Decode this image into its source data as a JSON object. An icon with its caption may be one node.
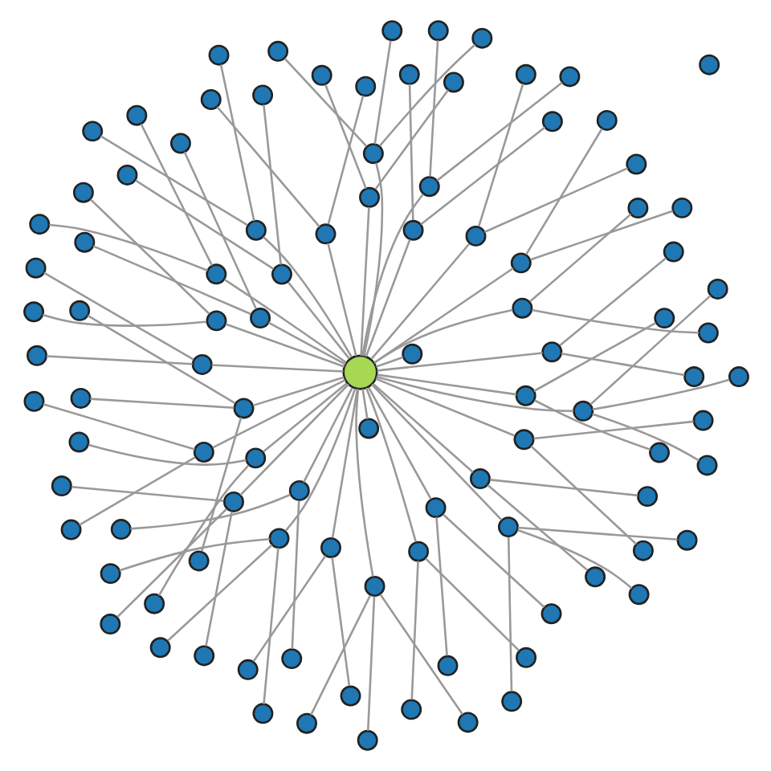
{
  "diagram": {
    "nodes": [
      {
        "text": [],
        "shape": "circle"
      },
      {
        "text": [],
        "shape": "circle"
      },
      {
        "text": [],
        "shape": "circle"
      },
      {
        "text": [],
        "shape": "circle"
      },
      {
        "text": [],
        "shape": "circle"
      },
      {
        "text": [],
        "shape": "circle"
      },
      {
        "text": [],
        "shape": "circle"
      },
      {
        "text": [],
        "shape": "circle"
      },
      {
        "text": [],
        "shape": "circle"
      },
      {
        "text": [],
        "shape": "circle"
      },
      {
        "text": [],
        "shape": "circle"
      },
      {
        "text": [],
        "shape": "circle"
      },
      {
        "text": [],
        "shape": "circle"
      },
      {
        "text": [],
        "shape": "circle"
      },
      {
        "text": [],
        "shape": "circle"
      },
      {
        "text": [],
        "shape": "circle"
      },
      {
        "text": [],
        "shape": "circle"
      },
      {
        "text": [],
        "shape": "circle"
      },
      {
        "text": [],
        "shape": "circle"
      },
      {
        "text": [],
        "shape": "circle"
      },
      {
        "text": [],
        "shape": "circle"
      },
      {
        "text": [],
        "shape": "circle"
      },
      {
        "text": [],
        "shape": "circle"
      },
      {
        "text": [],
        "shape": "circle"
      },
      {
        "text": [],
        "shape": "circle"
      },
      {
        "text": [],
        "shape": "circle"
      },
      {
        "text": [],
        "shape": "circle"
      },
      {
        "text": [],
        "shape": "circle"
      },
      {
        "text": [],
        "shape": "circle"
      },
      {
        "text": [],
        "shape": "circle"
      },
      {
        "text": [],
        "shape": "circle"
      },
      {
        "text": [],
        "shape": "circle"
      },
      {
        "text": [],
        "shape": "circle"
      },
      {
        "text": [],
        "shape": "circle"
      },
      {
        "text": [],
        "shape": "circle"
      },
      {
        "text": [],
        "shape": "circle"
      },
      {
        "text": [],
        "shape": "circle"
      },
      {
        "text": [],
        "shape": "circle"
      },
      {
        "text": [],
        "shape": "circle"
      },
      {
        "text": [],
        "shape": "circle"
      },
      {
        "text": [],
        "shape": "circle"
      },
      {
        "text": [],
        "shape": "circle"
      },
      {
        "text": [],
        "shape": "circle"
      },
      {
        "text": [],
        "shape": "circle"
      },
      {
        "text": [],
        "shape": "circle"
      },
      {
        "text": [],
        "shape": "circle"
      },
      {
        "text": [],
        "shape": "circle"
      },
      {
        "text": [],
        "shape": "circle"
      },
      {
        "text": [],
        "shape": "circle"
      },
      {
        "text": [],
        "shape": "circle"
      },
      {
        "text": [],
        "shape": "circle"
      },
      {
        "text": [],
        "shape": "circle"
      },
      {
        "text": [],
        "shape": "circle"
      },
      {
        "text": [],
        "shape": "circle"
      },
      {
        "text": [],
        "shape": "circle"
      },
      {
        "text": [],
        "shape": "circle"
      },
      {
        "text": [],
        "shape": "circle"
      },
      {
        "text": [],
        "shape": "circle"
      },
      {
        "text": [],
        "shape": "circle"
      },
      {
        "text": [],
        "shape": "circle"
      },
      {
        "text": [],
        "shape": "circle"
      },
      {
        "text": [],
        "shape": "circle"
      },
      {
        "text": [],
        "shape": "circle"
      },
      {
        "text": [],
        "shape": "circle"
      },
      {
        "text": [],
        "shape": "circle"
      },
      {
        "text": [],
        "shape": "circle"
      },
      {
        "text": [],
        "shape": "circle"
      },
      {
        "text": [],
        "shape": "circle"
      },
      {
        "text": [],
        "shape": "circle"
      },
      {
        "text": [],
        "shape": "circle"
      },
      {
        "text": [],
        "shape": "circle"
      },
      {
        "text": [],
        "shape": "circle"
      },
      {
        "text": [],
        "shape": "circle"
      },
      {
        "text": [],
        "shape": "circle"
      },
      {
        "text": [],
        "shape": "circle"
      },
      {
        "text": [],
        "shape": "circle"
      },
      {
        "text": [],
        "shape": "circle"
      },
      {
        "text": [],
        "shape": "circle"
      },
      {
        "text": [],
        "shape": "circle"
      },
      {
        "text": [],
        "shape": "circle"
      },
      {
        "text": [],
        "shape": "circle"
      },
      {
        "text": [],
        "shape": "circle"
      },
      {
        "text": [],
        "shape": "circle"
      },
      {
        "text": [],
        "shape": "circle"
      },
      {
        "text": [],
        "shape": "circle"
      },
      {
        "text": [],
        "shape": "circle"
      },
      {
        "text": [],
        "shape": "circle"
      },
      {
        "text": [],
        "shape": "circle"
      },
      {
        "text": [],
        "shape": "circle"
      },
      {
        "text": [],
        "shape": "circle"
      },
      {
        "text": [],
        "shape": "circle"
      },
      {
        "text": [],
        "shape": "circle"
      },
      {
        "text": [],
        "shape": "circle"
      },
      {
        "text": [],
        "shape": "circle"
      },
      {
        "text": [],
        "shape": "circle"
      },
      {
        "text": [],
        "shape": "circle"
      },
      {
        "text": [],
        "shape": "circle"
      },
      {
        "text": [],
        "shape": "circle"
      },
      {
        "text": [],
        "shape": "circle"
      },
      {
        "text": [],
        "shape": "circle"
      },
      {
        "text": [],
        "shape": "circle"
      }
    ],
    "edges": [
      {
        "from": 0,
        "to": 1,
        "arrow": "none"
      },
      {
        "from": 0,
        "to": 2,
        "arrow": "none"
      },
      {
        "from": 0,
        "to": 3,
        "arrow": "none"
      },
      {
        "from": 0,
        "to": 4,
        "arrow": "none"
      },
      {
        "from": 0,
        "to": 5,
        "arrow": "none"
      },
      {
        "from": 0,
        "to": 6,
        "arrow": "none"
      },
      {
        "from": 0,
        "to": 7,
        "arrow": "none"
      },
      {
        "from": 0,
        "to": 8,
        "arrow": "none"
      },
      {
        "from": 0,
        "to": 9,
        "arrow": "none"
      },
      {
        "from": 0,
        "to": 10,
        "arrow": "none"
      },
      {
        "from": 0,
        "to": 11,
        "arrow": "none"
      },
      {
        "from": 0,
        "to": 12,
        "arrow": "none"
      },
      {
        "from": 0,
        "to": 13,
        "arrow": "none"
      },
      {
        "from": 0,
        "to": 14,
        "arrow": "none"
      },
      {
        "from": 0,
        "to": 15,
        "arrow": "none"
      },
      {
        "from": 0,
        "to": 16,
        "arrow": "none"
      },
      {
        "from": 0,
        "to": 17,
        "arrow": "none"
      },
      {
        "from": 0,
        "to": 18,
        "arrow": "none"
      },
      {
        "from": 0,
        "to": 19,
        "arrow": "none"
      },
      {
        "from": 0,
        "to": 20,
        "arrow": "none"
      },
      {
        "from": 0,
        "to": 21,
        "arrow": "none"
      },
      {
        "from": 0,
        "to": 22,
        "arrow": "none"
      },
      {
        "from": 0,
        "to": 23,
        "arrow": "none"
      },
      {
        "from": 0,
        "to": 24,
        "arrow": "none"
      },
      {
        "from": 0,
        "to": 25,
        "arrow": "none"
      },
      {
        "from": 0,
        "to": 26,
        "arrow": "none"
      },
      {
        "from": 0,
        "to": 27,
        "arrow": "none"
      },
      {
        "from": 0,
        "to": 28,
        "arrow": "none"
      },
      {
        "from": 0,
        "to": 29,
        "arrow": "none"
      },
      {
        "from": 0,
        "to": 30,
        "arrow": "none"
      },
      {
        "from": 0,
        "to": 31,
        "arrow": "none"
      },
      {
        "from": 0,
        "to": 32,
        "arrow": "none"
      },
      {
        "from": 3,
        "to": 33,
        "arrow": "none"
      },
      {
        "from": 4,
        "to": 34,
        "arrow": "none"
      },
      {
        "from": 5,
        "to": 35,
        "arrow": "none"
      },
      {
        "from": 6,
        "to": 36,
        "arrow": "none"
      },
      {
        "from": 7,
        "to": 37,
        "arrow": "none"
      },
      {
        "from": 8,
        "to": 38,
        "arrow": "none"
      },
      {
        "from": 9,
        "to": 39,
        "arrow": "none"
      },
      {
        "from": 10,
        "to": 40,
        "arrow": "none"
      },
      {
        "from": 11,
        "to": 41,
        "arrow": "none"
      },
      {
        "from": 12,
        "to": 42,
        "arrow": "none"
      },
      {
        "from": 13,
        "to": 43,
        "arrow": "none"
      },
      {
        "from": 14,
        "to": 44,
        "arrow": "none"
      },
      {
        "from": 15,
        "to": 45,
        "arrow": "none"
      },
      {
        "from": 16,
        "to": 46,
        "arrow": "none"
      },
      {
        "from": 17,
        "to": 47,
        "arrow": "none"
      },
      {
        "from": 18,
        "to": 48,
        "arrow": "none"
      },
      {
        "from": 19,
        "to": 49,
        "arrow": "none"
      },
      {
        "from": 20,
        "to": 50,
        "arrow": "none"
      },
      {
        "from": 21,
        "to": 51,
        "arrow": "none"
      },
      {
        "from": 22,
        "to": 52,
        "arrow": "none"
      },
      {
        "from": 23,
        "to": 53,
        "arrow": "none"
      },
      {
        "from": 24,
        "to": 54,
        "arrow": "none"
      },
      {
        "from": 25,
        "to": 55,
        "arrow": "none"
      },
      {
        "from": 26,
        "to": 56,
        "arrow": "none"
      },
      {
        "from": 27,
        "to": 57,
        "arrow": "none"
      },
      {
        "from": 28,
        "to": 58,
        "arrow": "none"
      },
      {
        "from": 29,
        "to": 59,
        "arrow": "none"
      },
      {
        "from": 30,
        "to": 60,
        "arrow": "none"
      },
      {
        "from": 31,
        "to": 61,
        "arrow": "none"
      },
      {
        "from": 32,
        "to": 62,
        "arrow": "none"
      },
      {
        "from": 3,
        "to": 63,
        "arrow": "none"
      },
      {
        "from": 4,
        "to": 64,
        "arrow": "none"
      },
      {
        "from": 5,
        "to": 65,
        "arrow": "none"
      },
      {
        "from": 6,
        "to": 66,
        "arrow": "none"
      },
      {
        "from": 7,
        "to": 67,
        "arrow": "none"
      },
      {
        "from": 8,
        "to": 68,
        "arrow": "none"
      },
      {
        "from": 9,
        "to": 69,
        "arrow": "none"
      },
      {
        "from": 10,
        "to": 70,
        "arrow": "none"
      },
      {
        "from": 11,
        "to": 71,
        "arrow": "none"
      },
      {
        "from": 12,
        "to": 72,
        "arrow": "none"
      },
      {
        "from": 13,
        "to": 73,
        "arrow": "none"
      },
      {
        "from": 14,
        "to": 74,
        "arrow": "none"
      },
      {
        "from": 15,
        "to": 75,
        "arrow": "none"
      },
      {
        "from": 16,
        "to": 76,
        "arrow": "none"
      },
      {
        "from": 17,
        "to": 77,
        "arrow": "none"
      },
      {
        "from": 18,
        "to": 78,
        "arrow": "none"
      },
      {
        "from": 19,
        "to": 79,
        "arrow": "none"
      },
      {
        "from": 20,
        "to": 80,
        "arrow": "none"
      },
      {
        "from": 21,
        "to": 81,
        "arrow": "none"
      },
      {
        "from": 22,
        "to": 82,
        "arrow": "none"
      },
      {
        "from": 23,
        "to": 83,
        "arrow": "none"
      },
      {
        "from": 24,
        "to": 84,
        "arrow": "none"
      },
      {
        "from": 25,
        "to": 85,
        "arrow": "none"
      },
      {
        "from": 26,
        "to": 86,
        "arrow": "none"
      },
      {
        "from": 27,
        "to": 87,
        "arrow": "none"
      },
      {
        "from": 28,
        "to": 88,
        "arrow": "none"
      },
      {
        "from": 29,
        "to": 89,
        "arrow": "none"
      },
      {
        "from": 30,
        "to": 90,
        "arrow": "none"
      },
      {
        "from": 31,
        "to": 91,
        "arrow": "none"
      },
      {
        "from": 32,
        "to": 92,
        "arrow": "none"
      },
      {
        "from": 3,
        "to": 93,
        "arrow": "none"
      },
      {
        "from": 5,
        "to": 94,
        "arrow": "none"
      },
      {
        "from": 7,
        "to": 95,
        "arrow": "none"
      },
      {
        "from": 9,
        "to": 96,
        "arrow": "none"
      },
      {
        "from": 11,
        "to": 97,
        "arrow": "none"
      },
      {
        "from": 13,
        "to": 98,
        "arrow": "none"
      },
      {
        "from": 15,
        "to": 99,
        "arrow": "none"
      }
    ]
  }
}
